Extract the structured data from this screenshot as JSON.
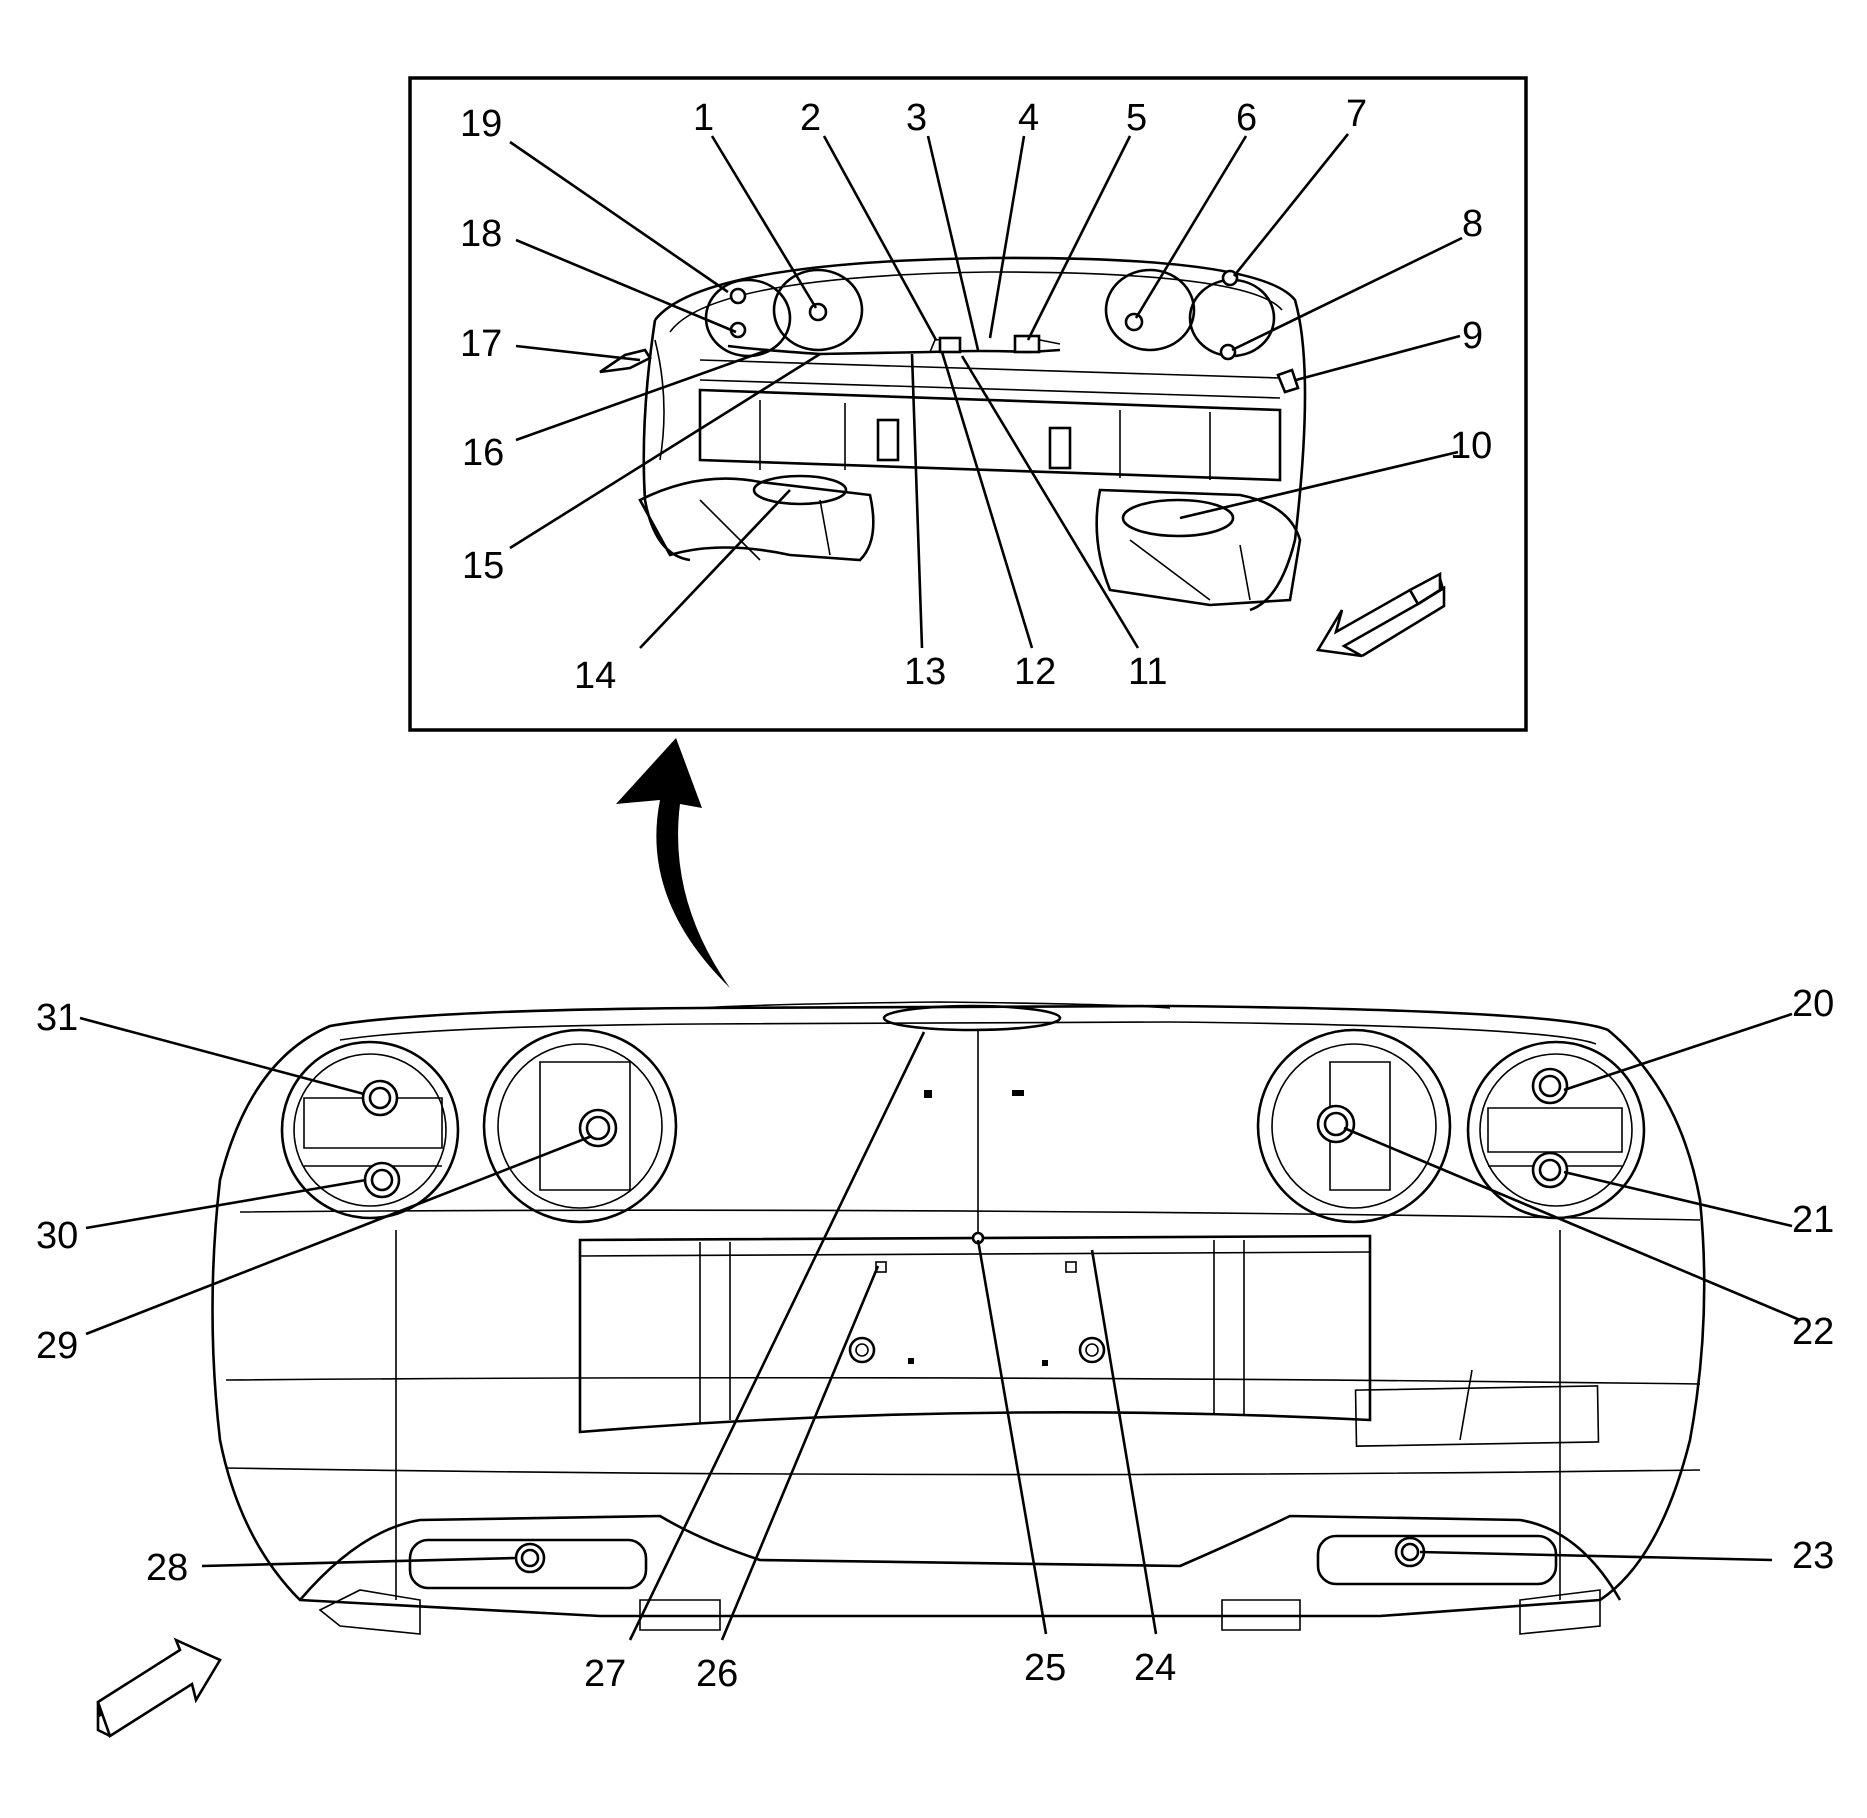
{
  "inset_callouts": [
    "19",
    "1",
    "2",
    "3",
    "4",
    "5",
    "6",
    "7",
    "8",
    "9",
    "10",
    "18",
    "17",
    "16",
    "15",
    "14",
    "13",
    "12",
    "11"
  ],
  "main_callouts": [
    "31",
    "30",
    "29",
    "28",
    "27",
    "26",
    "25",
    "24",
    "23",
    "22",
    "21",
    "20"
  ],
  "colors": {
    "line": "#000000",
    "background": "#ffffff"
  }
}
